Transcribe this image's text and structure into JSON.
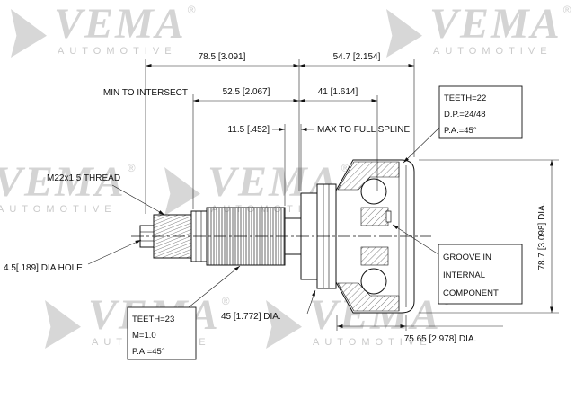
{
  "watermark": {
    "brand": "VEMA",
    "subtitle": "AUTOMOTIVE",
    "registered": "®",
    "color": "#d4d4d4"
  },
  "drawing": {
    "stroke_color": "#111111",
    "background": "#ffffff"
  },
  "dims": {
    "len_785": "78.5 [3.091]",
    "len_547": "54.7 [2.154]",
    "min_to_intersect": "MIN TO INTERSECT",
    "len_525": "52.5 [2.067]",
    "len_41": "41 [1.614]",
    "len_115": "11.5 [.452]",
    "max_to_full_spline": "MAX TO FULL SPLINE",
    "thread_label": "M22x1.5 THREAD",
    "hole_label": "4.5[.189] DIA HOLE",
    "dia_45": "45 [1.772] DIA.",
    "dia_7565": "75.65 [2.978] DIA.",
    "dia_787": "78.7 [3.098] DIA."
  },
  "notes": {
    "outer_teeth": {
      "l1": "TEETH=22",
      "l2": "D.P.=24/48",
      "l3": "P.A.=45°"
    },
    "shaft_teeth": {
      "l1": "TEETH=23",
      "l2": "M=1.0",
      "l3": "P.A.=45°"
    },
    "groove": {
      "l1": "GROOVE IN",
      "l2": "INTERNAL",
      "l3": "COMPONENT"
    }
  }
}
